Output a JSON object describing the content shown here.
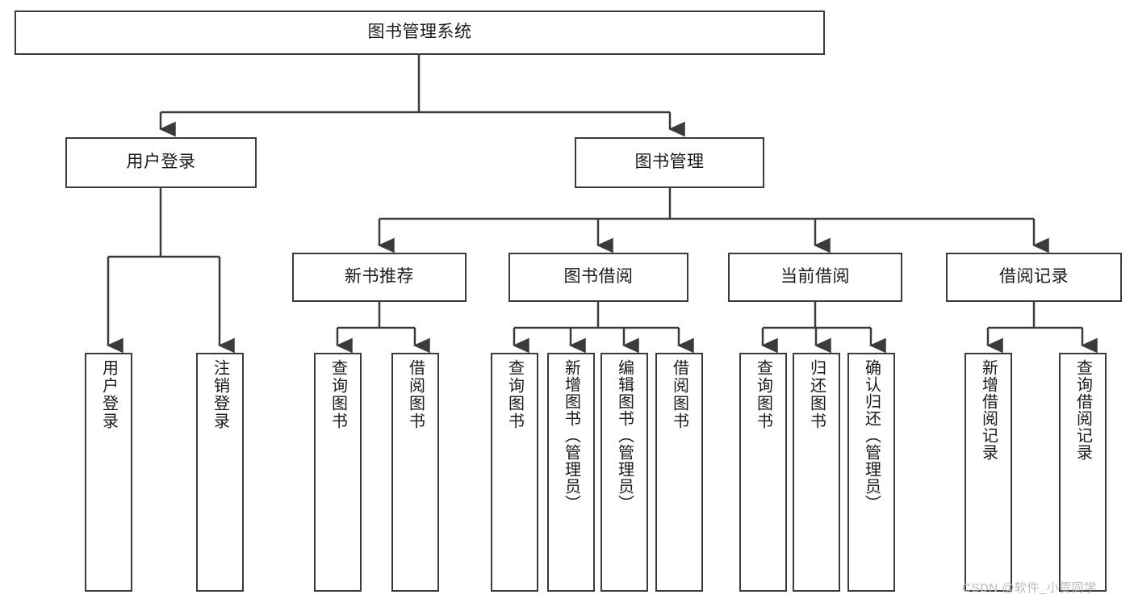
{
  "diagram": {
    "type": "tree-hierarchy",
    "title": "图书管理系统",
    "root": {
      "label": "图书管理系统"
    },
    "level2": [
      {
        "id": "user-login",
        "label": "用户登录"
      },
      {
        "id": "book-management",
        "label": "图书管理"
      }
    ],
    "level3": [
      {
        "id": "new-book-recommend",
        "label": "新书推荐",
        "parent": "book-management"
      },
      {
        "id": "book-borrow",
        "label": "图书借阅",
        "parent": "book-management"
      },
      {
        "id": "current-borrow",
        "label": "当前借阅",
        "parent": "book-management"
      },
      {
        "id": "borrow-record",
        "label": "借阅记录",
        "parent": "book-management"
      }
    ],
    "leaves": [
      {
        "id": "leaf-user-login",
        "label": "用户登录",
        "parent": "user-login"
      },
      {
        "id": "leaf-logout-login",
        "label": "注销登录",
        "parent": "user-login"
      },
      {
        "id": "leaf-query-book-1",
        "label": "查询图书",
        "parent": "new-book-recommend"
      },
      {
        "id": "leaf-borrow-book-1",
        "label": "借阅图书",
        "parent": "new-book-recommend"
      },
      {
        "id": "leaf-query-book-2",
        "label": "查询图书",
        "parent": "book-borrow"
      },
      {
        "id": "leaf-add-book",
        "label": "新增图书（管理员）",
        "parent": "book-borrow"
      },
      {
        "id": "leaf-edit-book",
        "label": "编辑图书（管理员）",
        "parent": "book-borrow"
      },
      {
        "id": "leaf-borrow-book-2",
        "label": "借阅图书",
        "parent": "book-borrow"
      },
      {
        "id": "leaf-query-book-3",
        "label": "查询图书",
        "parent": "current-borrow"
      },
      {
        "id": "leaf-return-book",
        "label": "归还图书",
        "parent": "current-borrow"
      },
      {
        "id": "leaf-confirm-return",
        "label": "确认归还（管理员）",
        "parent": "current-borrow"
      },
      {
        "id": "leaf-add-record",
        "label": "新增借阅记录",
        "parent": "borrow-record"
      },
      {
        "id": "leaf-query-record",
        "label": "查询借阅记录",
        "parent": "borrow-record"
      }
    ],
    "colors": {
      "stroke": "#3b3b3b",
      "fill": "#ffffff",
      "text": "#1a1a1a",
      "watermark": "#b9b9b9"
    }
  },
  "watermark": {
    "text": "CSDN @软件_小贺同学"
  }
}
